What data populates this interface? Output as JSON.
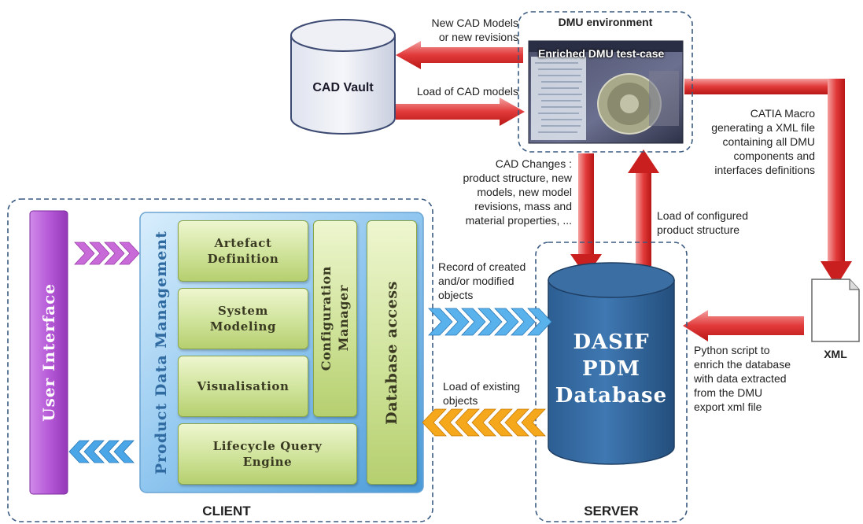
{
  "dmu": {
    "title": "DMU environment",
    "screenshot_caption": "Enriched DMU test-case"
  },
  "cad_vault": {
    "label": "CAD Vault"
  },
  "arrows_text": {
    "new_cad_models": [
      "New CAD Models",
      "or new revisions"
    ],
    "load_cad_models": [
      "Load of CAD models"
    ],
    "catia_macro": [
      "CATIA Macro",
      "generating a XML file",
      "containing all DMU",
      "components and",
      "interfaces definitions"
    ],
    "cad_changes": [
      "CAD Changes :",
      "product structure, new",
      "models, new model",
      "revisions, mass and",
      "material properties, ..."
    ],
    "load_configured": [
      "Load of configured",
      "product structure"
    ],
    "record_created": [
      "Record of created",
      "and/or modified",
      "objects"
    ],
    "load_existing": [
      "Load of existing",
      "objects"
    ],
    "python_script": [
      "Python script to",
      "enrich the database",
      "with data extracted",
      "from the DMU",
      "export xml file"
    ]
  },
  "client": {
    "label": "CLIENT",
    "user_interface": "User Interface",
    "pdm_title": "Product Data Management",
    "modules": {
      "artefact": [
        "Artefact",
        "Definition"
      ],
      "system": [
        "System",
        "Modeling"
      ],
      "visualisation": [
        "Visualisation"
      ],
      "lifecycle": [
        "Lifecycle Query",
        "Engine"
      ]
    },
    "config_manager": [
      "Configuration",
      "Manager"
    ],
    "db_access": "Database access"
  },
  "server": {
    "label": "SERVER",
    "db_lines": [
      "DASIF",
      "PDM",
      "Database"
    ]
  },
  "xml": {
    "label": "XML"
  }
}
